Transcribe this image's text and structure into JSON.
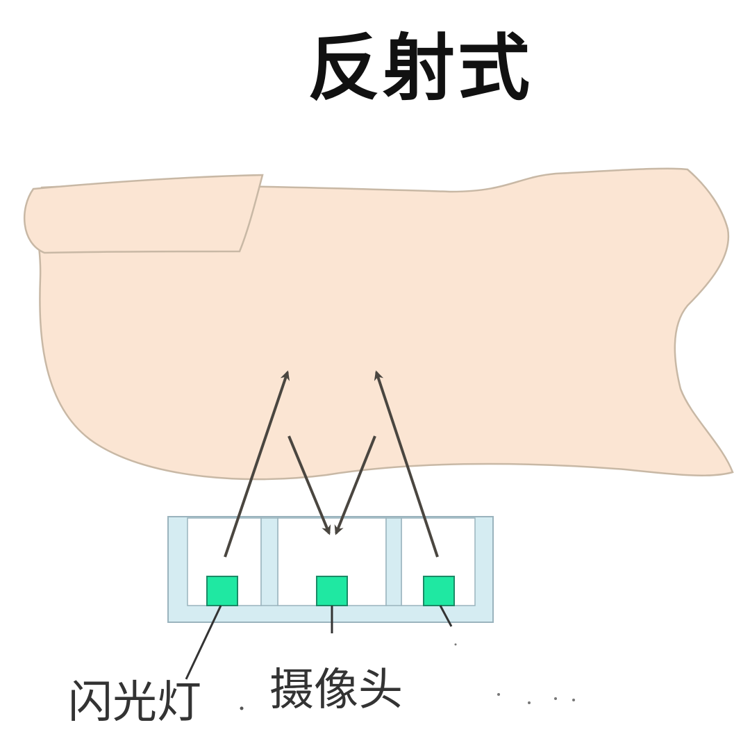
{
  "title": "反射式",
  "labels": {
    "flash": "闪光灯",
    "camera": "摄像头"
  },
  "colors": {
    "finger_fill": "#fbe5d3",
    "finger_stroke": "#c8b8a5",
    "nail_fill": "#fbe5d3",
    "sensor_housing": "#d5ecf2",
    "sensor_stroke": "#9ab3bd",
    "led_fill": "#1fe8a2",
    "arrow": "#4a4640"
  },
  "icons": {
    "led_left": "flash-led-icon",
    "camera_center": "camera-sensor-icon",
    "led_right": "flash-led-icon"
  }
}
